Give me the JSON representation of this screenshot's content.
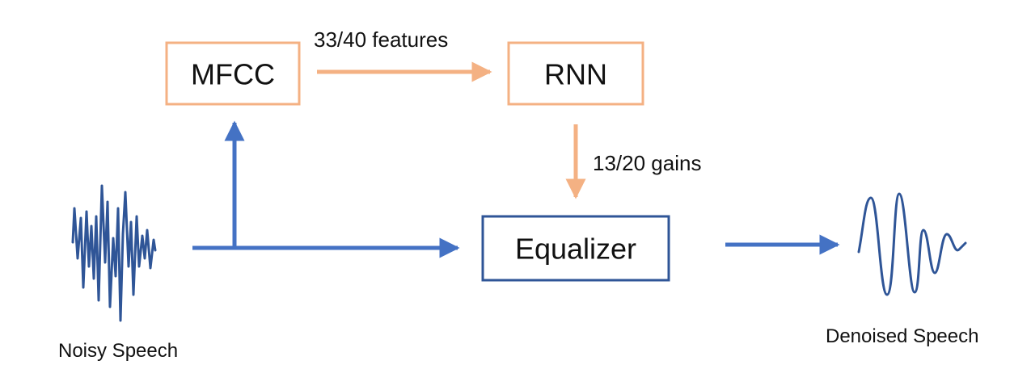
{
  "colors": {
    "orange": "#F4B183",
    "blue_line": "#4472C4",
    "blue_box": "#2F5597",
    "wave": "#2F5597"
  },
  "nodes": {
    "mfcc": "MFCC",
    "rnn": "RNN",
    "equalizer": "Equalizer"
  },
  "edges": {
    "mfcc_to_rnn": "33/40 features",
    "rnn_to_equalizer": "13/20 gains"
  },
  "captions": {
    "input": "Noisy Speech",
    "output": "Denoised Speech"
  }
}
